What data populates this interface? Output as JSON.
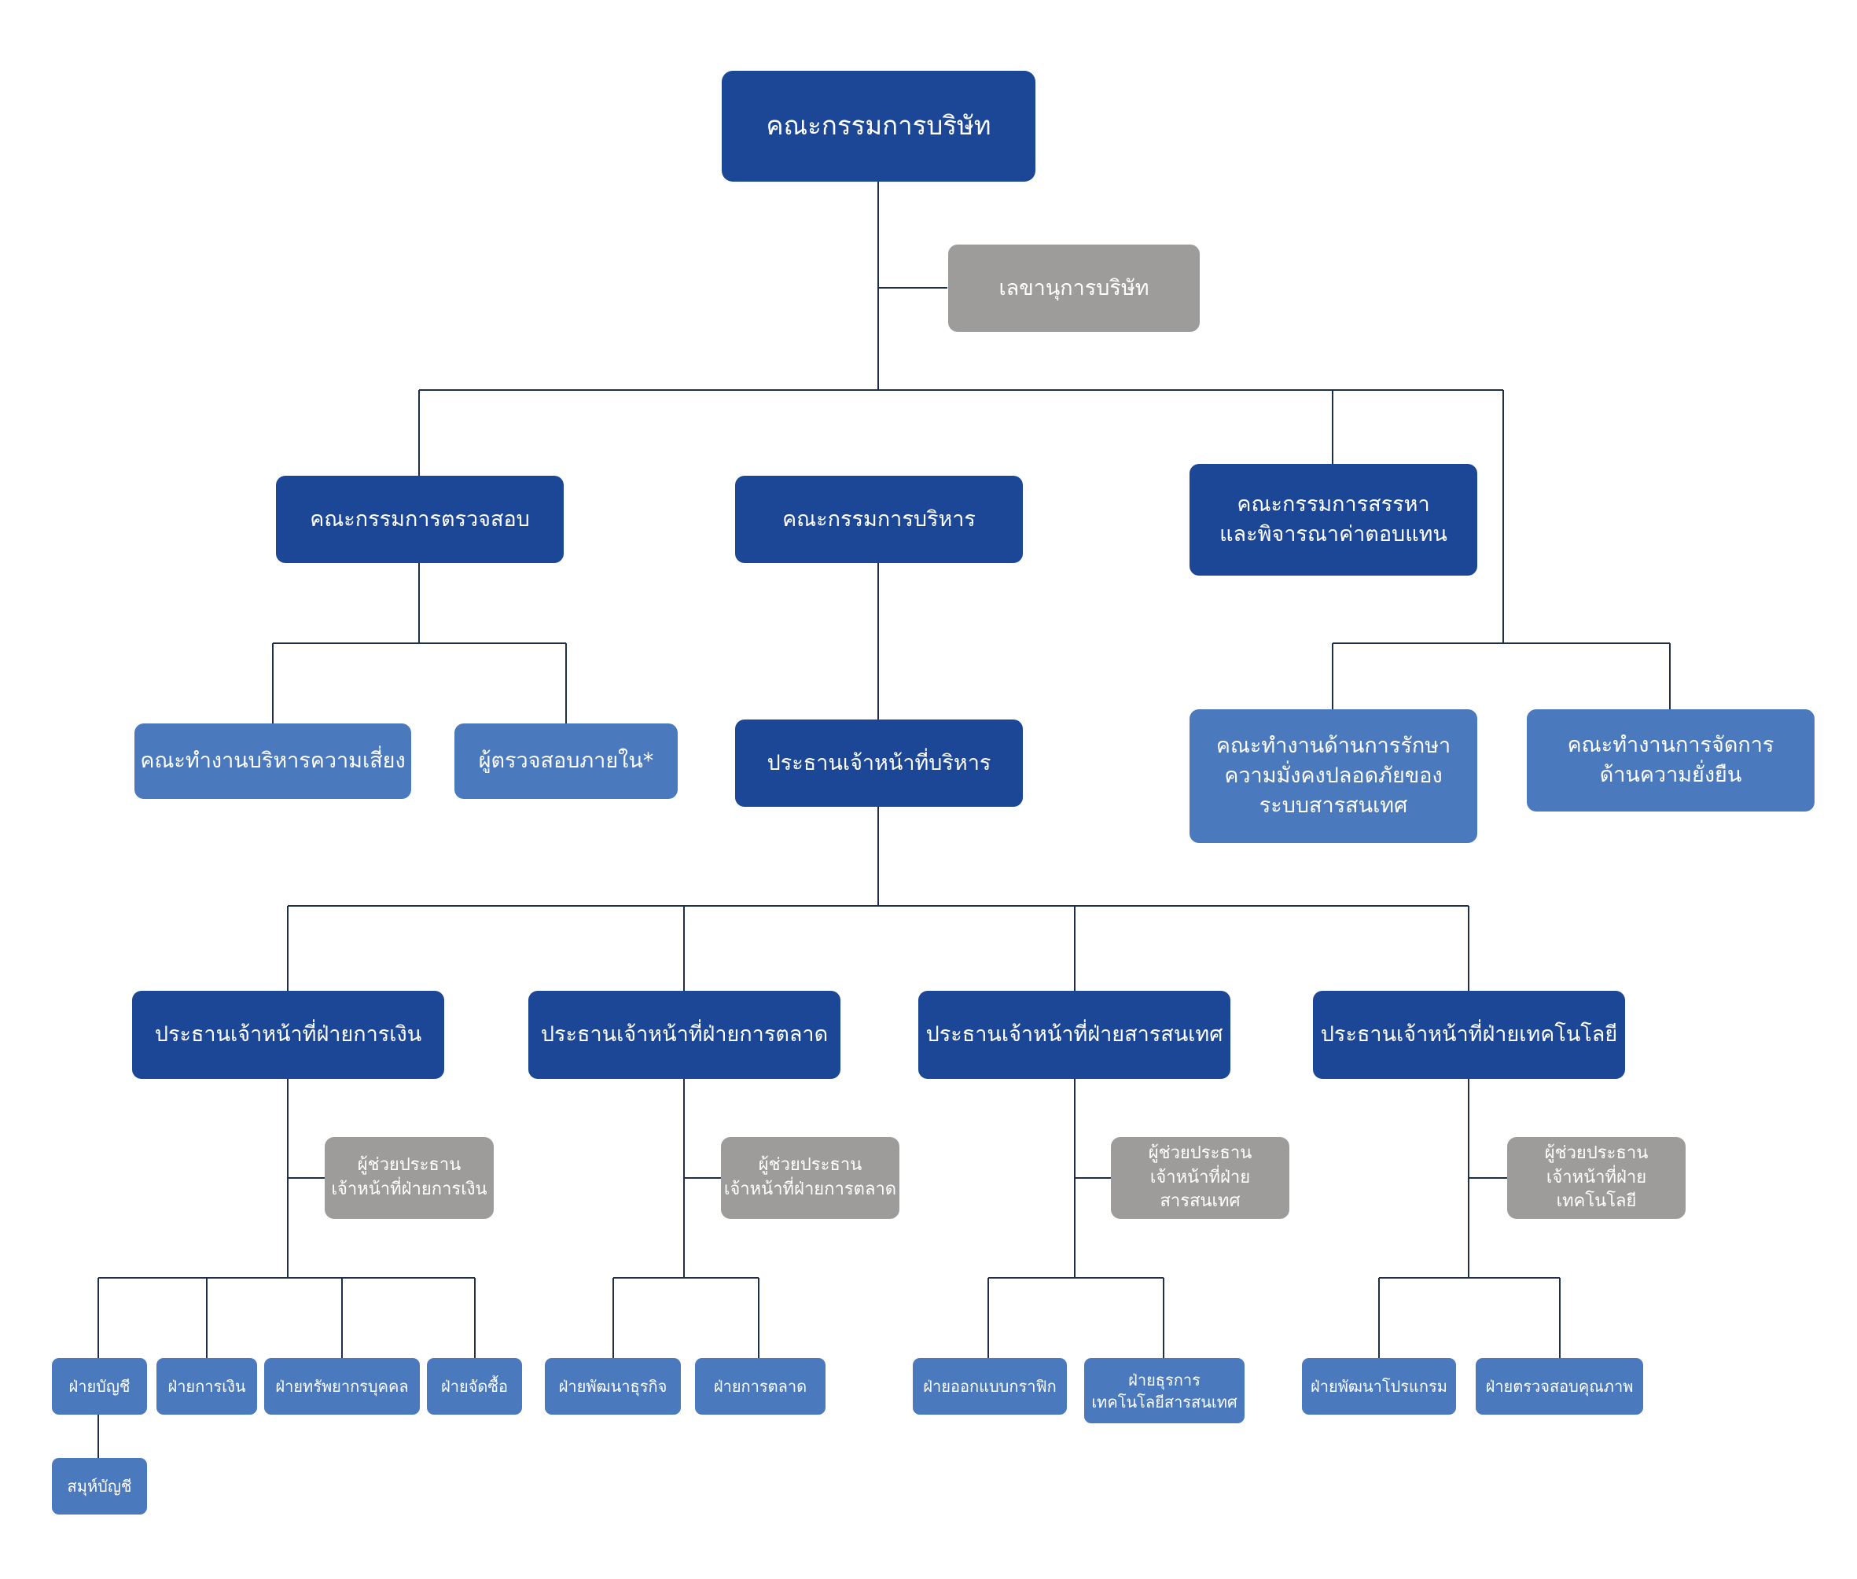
{
  "colors": {
    "dark": "#1c4797",
    "light": "#4a79bd",
    "gray": "#9d9c9b",
    "line": "#1f2f4a"
  },
  "board": {
    "label": "คณะกรรมการบริษัท"
  },
  "secretary": {
    "label": "เลขานุการบริษัท"
  },
  "audit_committee": {
    "label": "คณะกรรมการตรวจสอบ"
  },
  "executive_committee": {
    "label": "คณะกรรมการบริหาร"
  },
  "nomination_committee": {
    "label": "คณะกรรมการสรรหา\nและพิจารณาค่าตอบแทน"
  },
  "risk_working_group": {
    "label": "คณะทำงานบริหารความเสี่ยง"
  },
  "internal_auditor": {
    "label": "ผู้ตรวจสอบภายใน*"
  },
  "ceo": {
    "label": "ประธานเจ้าหน้าที่บริหาร"
  },
  "infosec_working_group": {
    "label": "คณะทำงานด้านการรักษา\nความมั่งคงปลอดภัยของ\nระบบสารสนเทศ"
  },
  "sustainability_working_group": {
    "label": "คณะทำงานการจัดการ\nด้านความยั่งยืน"
  },
  "cfo": {
    "label": "ประธานเจ้าหน้าที่ฝ่ายการเงิน"
  },
  "cmo": {
    "label": "ประธานเจ้าหน้าที่ฝ่ายการตลาด"
  },
  "cio": {
    "label": "ประธานเจ้าหน้าที่ฝ่ายสารสนเทศ"
  },
  "cto": {
    "label": "ประธานเจ้าหน้าที่ฝ่ายเทคโนโลยี"
  },
  "asst_cfo": {
    "label": "ผู้ช่วยประธาน\nเจ้าหน้าที่ฝ่ายการเงิน"
  },
  "asst_cmo": {
    "label": "ผู้ช่วยประธาน\nเจ้าหน้าที่ฝ่ายการตลาด"
  },
  "asst_cio": {
    "label": "ผู้ช่วยประธาน\nเจ้าหน้าที่ฝ่ายสารสนเทศ"
  },
  "asst_cto": {
    "label": "ผู้ช่วยประธาน\nเจ้าหน้าที่ฝ่ายเทคโนโลยี"
  },
  "departments": {
    "accounting": "ฝ่ายบัญชี",
    "finance": "ฝ่ายการเงิน",
    "human_resources": "ฝ่ายทรัพยากรบุคคล",
    "procurement": "ฝ่ายจัดซื้อ",
    "business_development": "ฝ่ายพัฒนาธุรกิจ",
    "marketing": "ฝ่ายการตลาด",
    "graphic_design": "ฝ่ายออกแบบกราฟิก",
    "it_admin": "ฝ่ายธุรการ\nเทคโนโลยีสารสนเทศ",
    "program_development": "ฝ่ายพัฒนาโปรแกรม",
    "quality_assurance": "ฝ่ายตรวจสอบคุณภาพ",
    "accounting_book": "สมุห์บัญชี"
  }
}
